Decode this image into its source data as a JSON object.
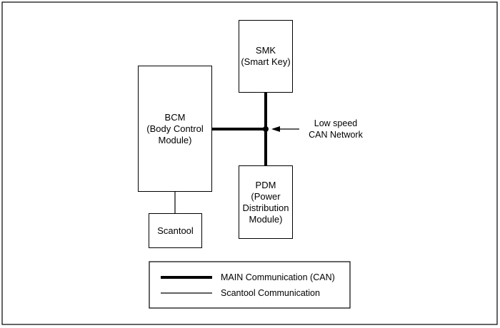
{
  "diagram": {
    "modules": {
      "smk": {
        "label": "SMK\n(Smart Key)"
      },
      "bcm": {
        "label": "BCM\n(Body Control\nModule)"
      },
      "pdm": {
        "label": "PDM\n(Power\nDistribution\nModule)"
      },
      "scantool": {
        "label": "Scantool"
      }
    },
    "annotation": {
      "label": "Low speed\nCAN Network"
    },
    "legend": {
      "main": {
        "label": "MAIN Communication (CAN)"
      },
      "scantool": {
        "label": "Scantool Communication"
      }
    }
  }
}
